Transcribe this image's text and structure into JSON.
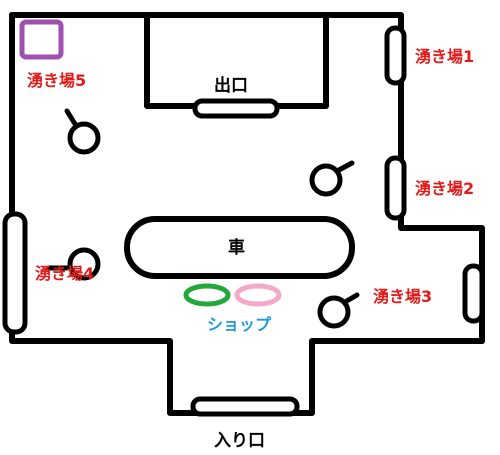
{
  "labels": {
    "exit": "出口",
    "entrance": "入り口",
    "car": "車",
    "shop": "ショップ",
    "spawn1": "湧き場1",
    "spawn2": "湧き場2",
    "spawn3": "湧き場3",
    "spawn4": "湧き場4",
    "spawn5": "湧き場5"
  },
  "colors": {
    "wall": "#000000",
    "spawn_text": "#e21a1a",
    "shop_text": "#1f9bd9",
    "shop_green": "#22a83a",
    "shop_pink": "#f4a9c8",
    "marker_purple": "#a050b0"
  },
  "icons": {
    "spawn_marker": "key-icon",
    "start_marker": "square-marker-icon"
  }
}
